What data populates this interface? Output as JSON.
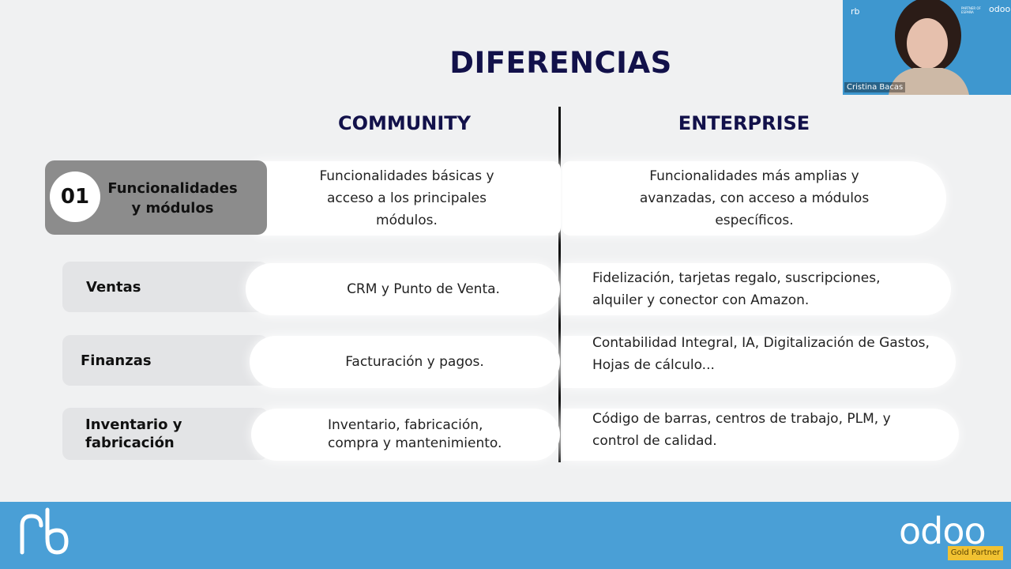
{
  "slide": {
    "title": "DIFERENCIAS",
    "columns": {
      "community": "COMMUNITY",
      "enterprise": "ENTERPRISE"
    },
    "feature": {
      "number": "01",
      "label_line1": "Funcionalidades",
      "label_line2": "y módulos",
      "community": [
        "Funcionalidades básicas y",
        "acceso a los principales",
        "módulos."
      ],
      "enterprise": [
        "Funcionalidades más amplias y",
        "avanzadas, con acceso a módulos",
        "específicos."
      ]
    },
    "rows": [
      {
        "label": "Ventas",
        "community": [
          "CRM y Punto de Venta."
        ],
        "enterprise": [
          "Fidelización, tarjetas regalo, suscripciones,",
          "alquiler y conector con Amazon."
        ]
      },
      {
        "label": "Finanzas",
        "community": [
          "Facturación y pagos."
        ],
        "enterprise": [
          "Contabilidad Integral, IA, Digitalización de Gastos,",
          "Hojas de cálculo..."
        ]
      },
      {
        "label_line1": "Inventario y",
        "label_line2": "fabricación",
        "community": [
          "Inventario, fabricación,",
          "compra y mantenimiento."
        ],
        "enterprise": [
          "Código de barras, centros de trabajo, PLM, y",
          "control de calidad."
        ]
      }
    ]
  },
  "footer": {
    "odoo_logo": "odoo",
    "badge": "Gold Partner"
  },
  "webcam": {
    "participant_name": "Cristina Bacas",
    "small_text": "PARTNER OF ESPAÑA",
    "odoo_small": "odoo"
  },
  "colors": {
    "title": "#12114a",
    "bar": "#4a9fd6",
    "badge": "#f1c232"
  }
}
